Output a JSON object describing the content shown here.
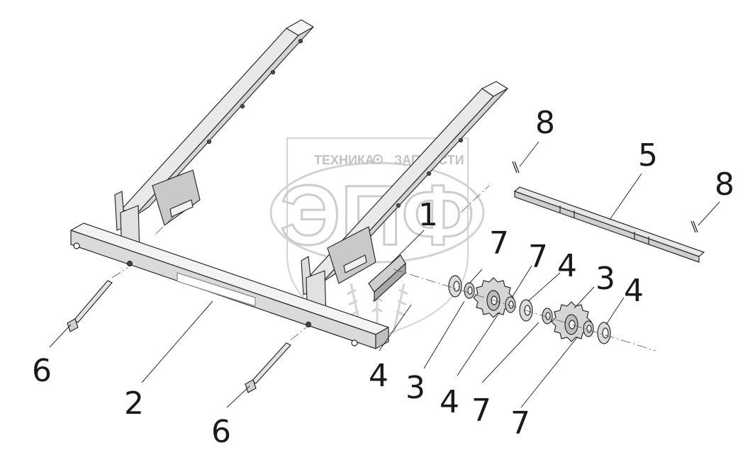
{
  "diagram": {
    "callouts": [
      "1",
      "2",
      "3",
      "3",
      "4",
      "4",
      "4",
      "4",
      "5",
      "6",
      "6",
      "7",
      "7",
      "7",
      "7",
      "8",
      "8"
    ]
  },
  "watermark": {
    "caption_left": "ТЕХНИКА",
    "caption_right": "ЗАПЧАСТИ",
    "logo": "ЭПФ"
  },
  "colors": {
    "line": "#2a2a2a",
    "shade": "#cfcfcf",
    "light": "#eeeeee",
    "watermark": "#c8c8c8"
  }
}
